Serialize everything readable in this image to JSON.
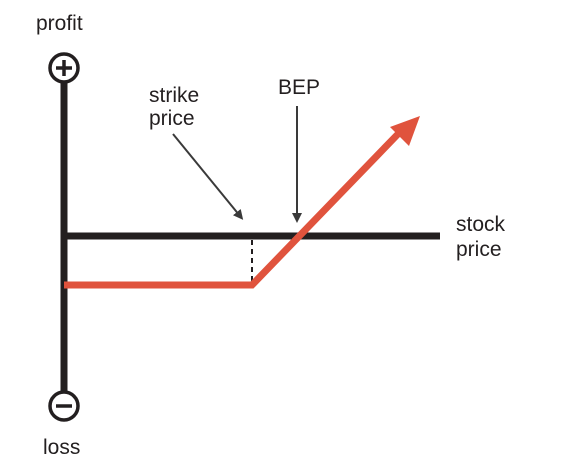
{
  "labels": {
    "profit": "profit",
    "loss": "loss",
    "strike_line1": "strike",
    "strike_line2": "price",
    "bep": "BEP",
    "stock_line1": "stock",
    "stock_line2": "price"
  },
  "icons": {
    "plus": "plus-circle-icon",
    "minus": "minus-circle-icon"
  },
  "colors": {
    "axis": "#231f20",
    "payoff": "#e0533d",
    "arrow": "#3a3a3a",
    "background": "#ffffff"
  }
}
